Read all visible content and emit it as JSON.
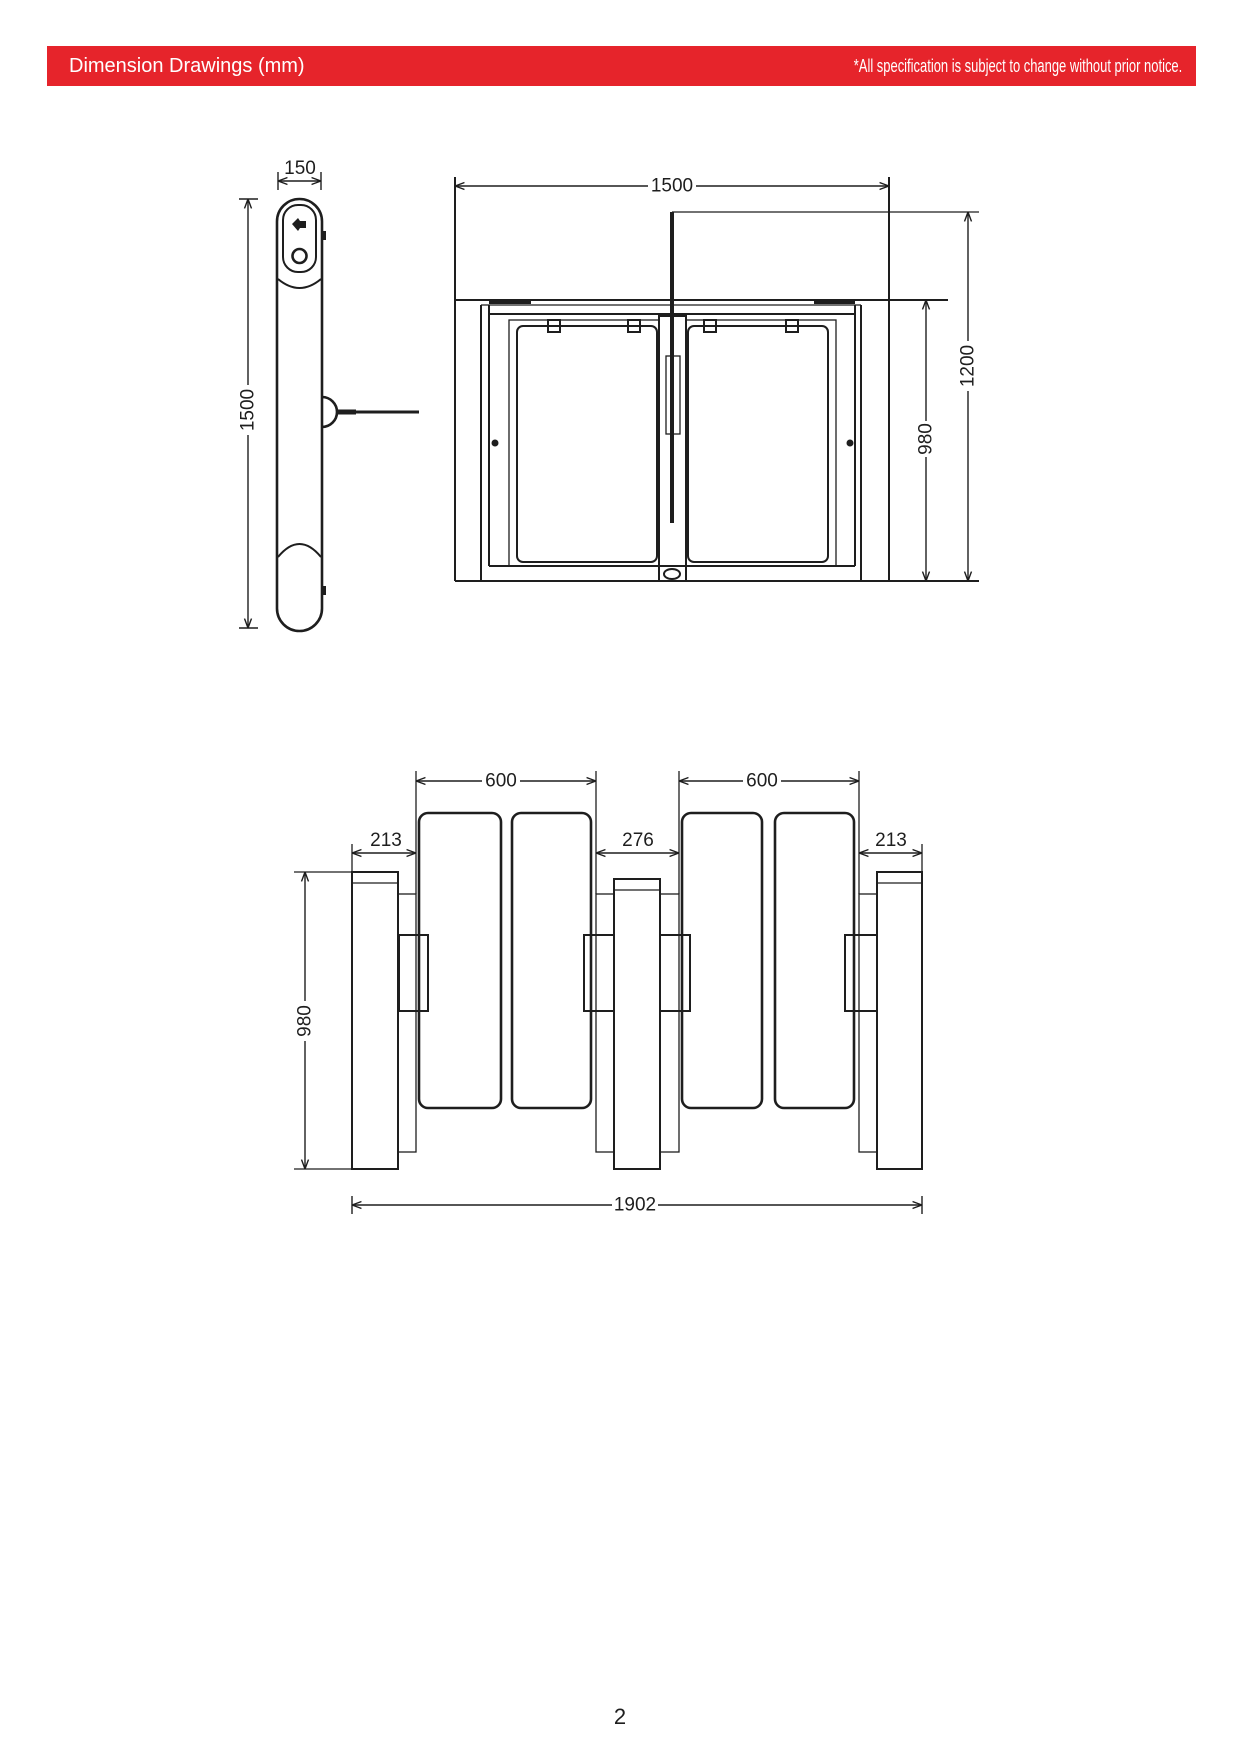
{
  "header": {
    "title": "Dimension Drawings (mm)",
    "notice": "*All specification is subject to change without prior notice.",
    "background_color": "#e6242b",
    "text_color": "#ffffff"
  },
  "side_view": {
    "width_label": "150",
    "height_label": "1500"
  },
  "front_view": {
    "width_label": "1500",
    "total_height_label": "1200",
    "cabinet_height_label": "980"
  },
  "top_view": {
    "lane_left_label": "600",
    "lane_right_label": "600",
    "left_offset_label": "213",
    "center_gap_label": "276",
    "right_offset_label": "213",
    "height_label": "980",
    "overall_width_label": "1902"
  },
  "line_color": "#1e1e1e",
  "page_number": "2"
}
